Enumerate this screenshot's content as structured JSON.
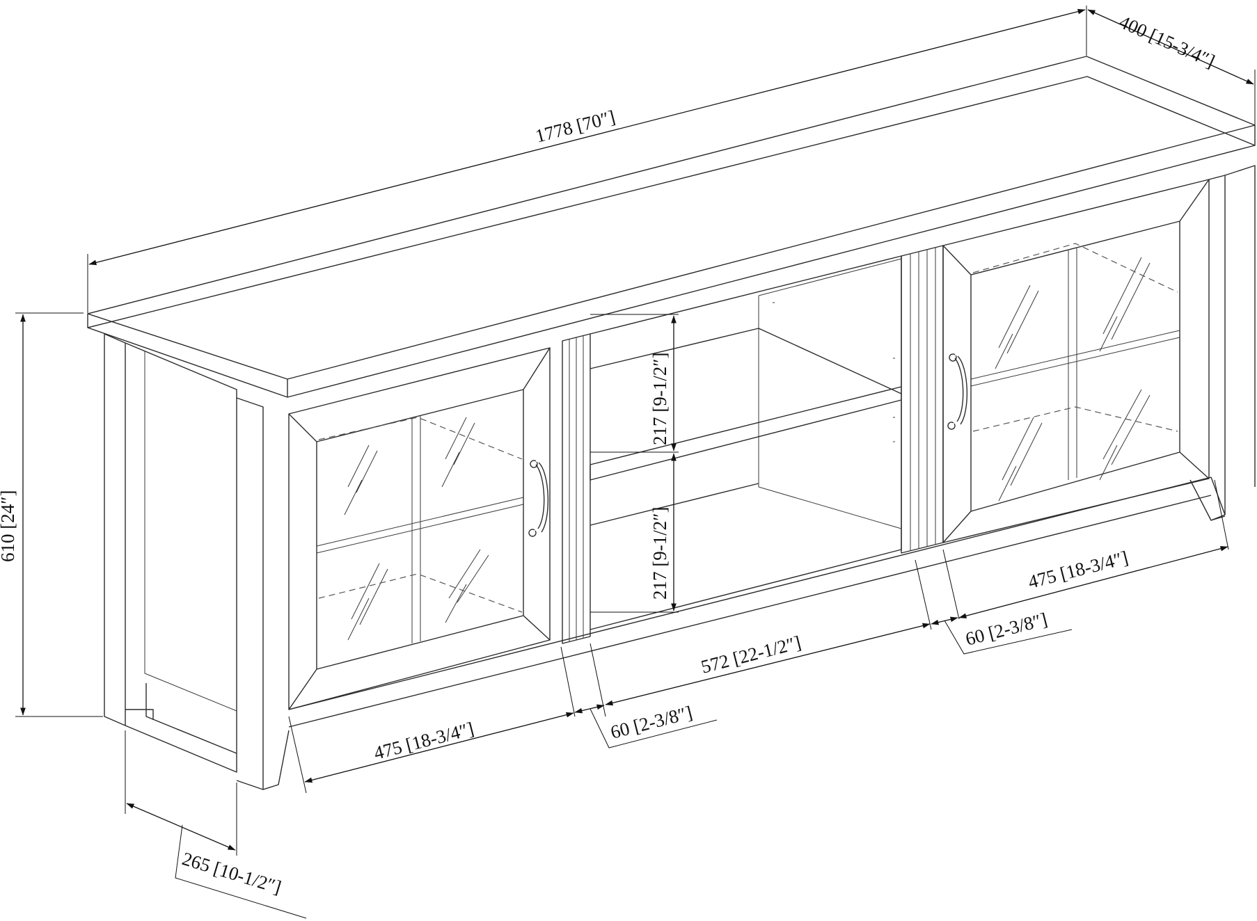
{
  "dimensions": {
    "overall_width": "1778 [70″]",
    "depth_top": "400 [15-3/4″]",
    "height": "610 [24″]",
    "depth_base": "265 [10-1/2″]",
    "left_door_width": "475 [18-3/4″]",
    "left_stile_width": "60 [2-3/8″]",
    "center_opening_width": "572 [22-1/2″]",
    "right_stile_width": "60 [2-3/8″]",
    "right_door_width": "475 [18-3/4″]",
    "upper_shelf_height": "217 [9-1/2″]",
    "lower_shelf_height": "217 [9-1/2″]"
  }
}
